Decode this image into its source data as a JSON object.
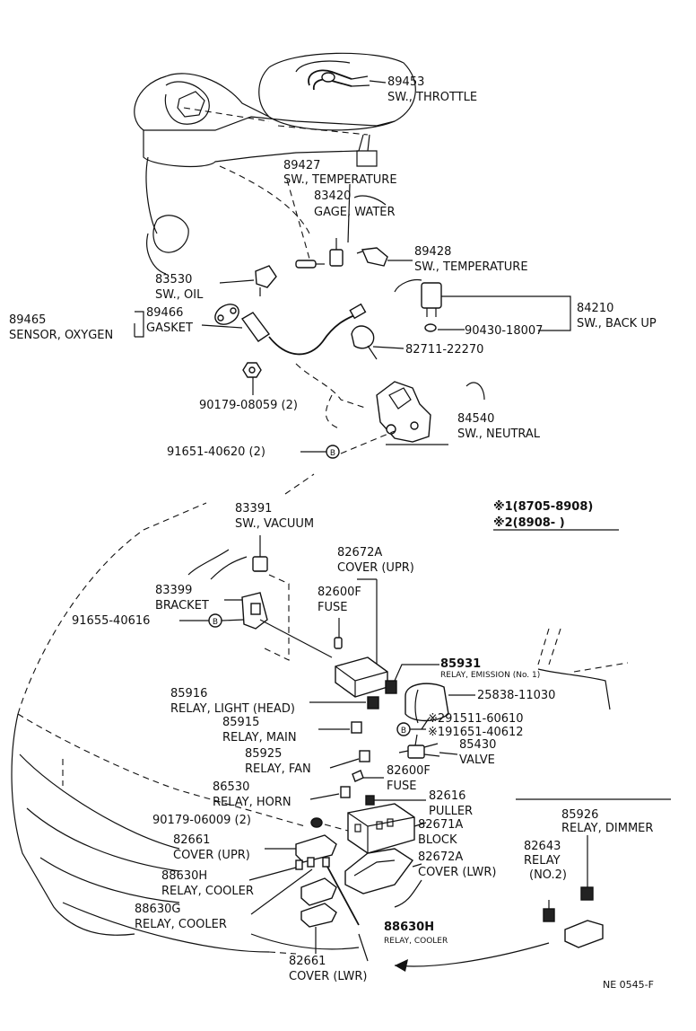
{
  "callouts": [
    {
      "id": "89453",
      "num": "89453",
      "name": "SW., THROTTLE"
    },
    {
      "id": "89427",
      "num": "89427",
      "name": "SW., TEMPERATURE"
    },
    {
      "id": "83420",
      "num": "83420",
      "name": "GAGE, WATER"
    },
    {
      "id": "89428",
      "num": "89428",
      "name": "SW., TEMPERATURE"
    },
    {
      "id": "83530",
      "num": "83530",
      "name": "SW., OIL"
    },
    {
      "id": "84210",
      "num": "84210",
      "name": "SW., BACK UP"
    },
    {
      "id": "89466",
      "num": "89466",
      "name": "GASKET"
    },
    {
      "id": "89465",
      "num": "89465",
      "name": "SENSOR, OXYGEN"
    },
    {
      "id": "90430",
      "num": "90430-18007",
      "name": ""
    },
    {
      "id": "82711",
      "num": "82711-22270",
      "name": ""
    },
    {
      "id": "90179a",
      "num": "90179-08059 (2)",
      "name": ""
    },
    {
      "id": "84540",
      "num": "84540",
      "name": "SW., NEUTRAL"
    },
    {
      "id": "91651a",
      "num": "91651-40620 (2)",
      "name": ""
    },
    {
      "id": "83391",
      "num": "83391",
      "name": "SW., VACUUM"
    },
    {
      "id": "82672A_u",
      "num": "82672A",
      "name": "COVER (UPR)"
    },
    {
      "id": "82600F_a",
      "num": "82600F",
      "name": "FUSE"
    },
    {
      "id": "83399",
      "num": "83399",
      "name": "BRACKET"
    },
    {
      "id": "91655",
      "num": "91655-40616",
      "name": ""
    },
    {
      "id": "85931",
      "num": "85931",
      "name": "RELAY, EMISSION (No. 1)"
    },
    {
      "id": "85916",
      "num": "85916",
      "name": "RELAY, LIGHT (HEAD)"
    },
    {
      "id": "25838",
      "num": "25838-11030",
      "name": ""
    },
    {
      "id": "85915",
      "num": "85915",
      "name": "RELAY, MAIN"
    },
    {
      "id": "291511",
      "num": "※291511-60610",
      "name": ""
    },
    {
      "id": "191651",
      "num": "※191651-40612",
      "name": ""
    },
    {
      "id": "85430",
      "num": "85430",
      "name": "VALVE"
    },
    {
      "id": "85925",
      "num": "85925",
      "name": "RELAY, FAN"
    },
    {
      "id": "82600F_b",
      "num": "82600F",
      "name": "FUSE"
    },
    {
      "id": "86530",
      "num": "86530",
      "name": "RELAY, HORN"
    },
    {
      "id": "82616",
      "num": "82616",
      "name": "PULLER"
    },
    {
      "id": "90179b",
      "num": "90179-06009 (2)",
      "name": ""
    },
    {
      "id": "82671A",
      "num": "82671A",
      "name": "BLOCK"
    },
    {
      "id": "82661_u",
      "num": "82661",
      "name": "COVER (UPR)"
    },
    {
      "id": "82672A_l",
      "num": "82672A",
      "name": "COVER (LWR)"
    },
    {
      "id": "88630H_a",
      "num": "88630H",
      "name": "RELAY, COOLER"
    },
    {
      "id": "88630G",
      "num": "88630G",
      "name": "RELAY, COOLER"
    },
    {
      "id": "88630H_b",
      "num": "88630H",
      "name": "RELAY, COOLER"
    },
    {
      "id": "82661_l",
      "num": "82661",
      "name": "COVER (LWR)"
    },
    {
      "id": "85926",
      "num": "85926",
      "name": "RELAY, DIMMER"
    },
    {
      "id": "82643",
      "num": "82643",
      "name": "RELAY"
    },
    {
      "id": "82643b",
      "num": "(NO.2)",
      "name": ""
    }
  ],
  "notes": {
    "note1": "※1(8705-8908)",
    "note2": "※2(8908-        )"
  },
  "marker": "B",
  "footer": {
    "code": "NE 0545-F"
  }
}
